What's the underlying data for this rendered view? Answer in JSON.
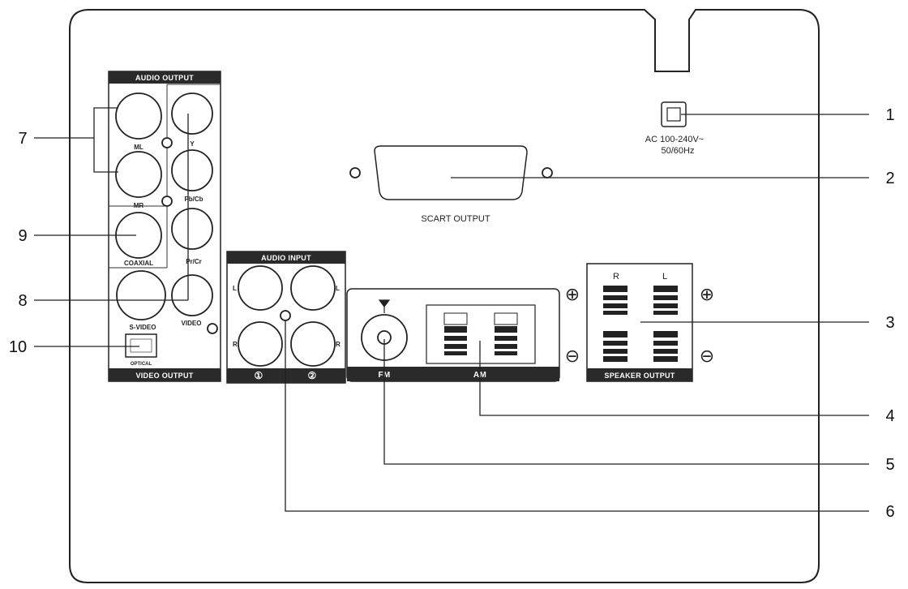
{
  "panel": {
    "audio_output_title": "AUDIO OUTPUT",
    "video_output_title": "VIDEO OUTPUT",
    "audio_input_title": "AUDIO INPUT",
    "speaker_output_title": "SPEAKER OUTPUT",
    "scart_output": "SCART OUTPUT",
    "power_line1": "AC 100-240V~",
    "power_line2": "50/60Hz",
    "jack_ml": "ML",
    "jack_mr": "MR",
    "jack_y": "Y",
    "jack_pbcb": "Pb/Cb",
    "jack_prcr": "Pr/Cr",
    "jack_coaxial": "COAXIAL",
    "jack_svideo": "S-VIDEO",
    "jack_video": "VIDEO",
    "jack_optical": "OPTICAL",
    "in_l1": "L",
    "in_l2": "L",
    "in_r1": "R",
    "in_r2": "R",
    "in_num1": "①",
    "in_num2": "②",
    "fm": "FM",
    "am": "AM",
    "spk_r": "R",
    "spk_l": "L",
    "plus": "⊕",
    "minus": "⊖"
  },
  "callouts": [
    "1",
    "2",
    "3",
    "4",
    "5",
    "6",
    "7",
    "8",
    "9",
    "10"
  ]
}
